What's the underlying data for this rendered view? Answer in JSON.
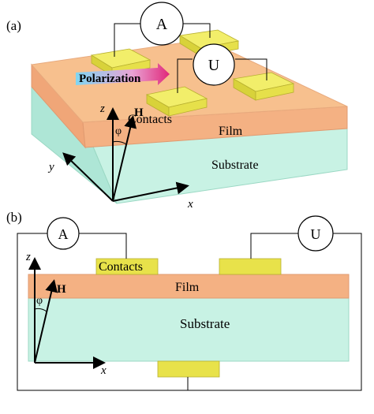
{
  "panel_a": {
    "label": "(a)",
    "ammeter": "A",
    "voltmeter": "U",
    "polarization": "Polarization",
    "contacts": "Contacts",
    "film": "Film",
    "substrate": "Substrate",
    "axis_z": "z",
    "axis_y": "y",
    "axis_x": "x",
    "field": "H",
    "angle": "φ"
  },
  "panel_b": {
    "label": "(b)",
    "ammeter": "A",
    "voltmeter": "U",
    "contacts": "Contacts",
    "film": "Film",
    "substrate": "Substrate",
    "axis_z": "z",
    "axis_x": "x",
    "field": "H",
    "angle": "φ"
  },
  "colors": {
    "film": "#f4b183",
    "substrate": "#c8f2e4",
    "contact": "#e8e24a",
    "arrow": "#e0287a"
  }
}
